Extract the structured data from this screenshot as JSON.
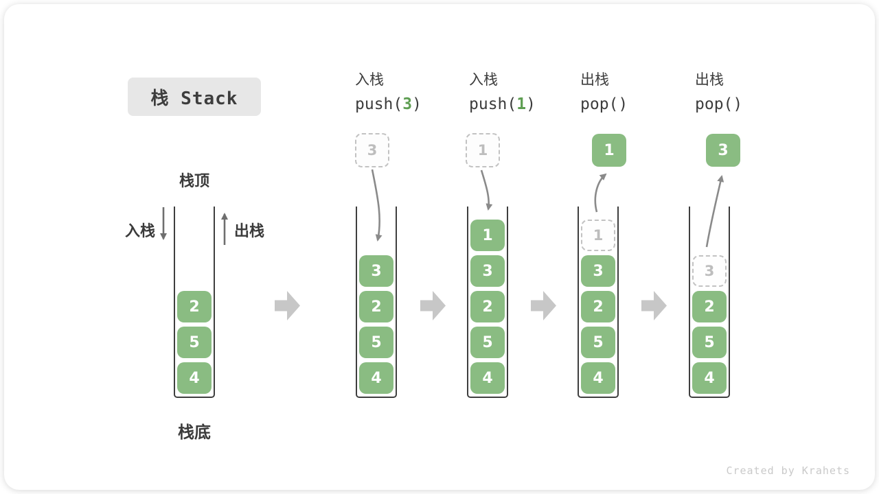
{
  "title": {
    "text": "栈 Stack"
  },
  "labels": {
    "stack_top": "栈顶",
    "stack_bottom": "栈底",
    "push_side": "入栈",
    "pop_side": "出栈"
  },
  "operations": [
    {
      "name": "push-3",
      "op_label": "入栈",
      "code_prefix": "push(",
      "code_value": "3",
      "code_suffix": ")",
      "staged_value": "3",
      "staged_style": "dashed"
    },
    {
      "name": "push-1",
      "op_label": "入栈",
      "code_prefix": "push(",
      "code_value": "1",
      "code_suffix": ")",
      "staged_value": "1",
      "staged_style": "dashed"
    },
    {
      "name": "pop-1",
      "op_label": "出栈",
      "code_prefix": "pop(",
      "code_value": "",
      "code_suffix": ")",
      "staged_value": "1",
      "staged_style": "solid"
    },
    {
      "name": "pop-3",
      "op_label": "出栈",
      "code_prefix": "pop(",
      "code_value": "",
      "code_suffix": ")",
      "staged_value": "3",
      "staged_style": "solid"
    }
  ],
  "stacks": [
    {
      "elements": [
        2,
        5,
        4
      ]
    },
    {
      "elements": [
        3,
        2,
        5,
        4
      ]
    },
    {
      "elements": [
        1,
        3,
        2,
        5,
        4
      ]
    },
    {
      "ghost": 1,
      "elements": [
        3,
        2,
        5,
        4
      ]
    },
    {
      "ghost": 3,
      "elements": [
        2,
        5,
        4
      ]
    }
  ],
  "credit": "Created by Krahets",
  "colors": {
    "element_green": "#8abc82",
    "code_value_green": "#5e9e52",
    "ghost_gray": "#c2c2c2",
    "curved_arrow_gray": "#8a8a8a",
    "block_arrow_gray": "#c7c7c7",
    "straight_arrow_gray": "#6e6e6e",
    "title_bg": "#e7e7e7",
    "text_dark": "#3b3b3b",
    "credit_gray": "#c9c9c9"
  }
}
